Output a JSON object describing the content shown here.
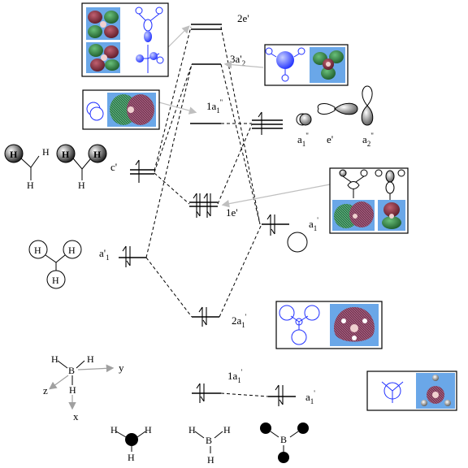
{
  "labels": {
    "orb_2e": "2e'",
    "orb_3a2": "3a'",
    "orb_3a2_sub": "2",
    "orb_1a1pp": "1a",
    "orb_1a1pp_sub": "1",
    "orb_1a1pp_sup": "''",
    "orb_1e": "1e'",
    "orb_2a1": "2a",
    "orb_2a1_sub": "1",
    "orb_2a1_sup": "'",
    "orb_1a1": "1a",
    "orb_1a1_sub": "1",
    "orb_1a1_sup": "'",
    "h3_e": "c'",
    "h3_a1": "a'",
    "h3_a1_sub": "1",
    "b_a1": "a",
    "b_a1_sub": "1",
    "b_a1_sup": "'",
    "b_core_a1": "a",
    "b_core_a1_sub": "1",
    "b_core_a1_sup": "'",
    "b_p_a1": "a",
    "b_p_a1_sub": "1",
    "b_p_a1_sup": "\"",
    "b_p_e": "e'",
    "b_p_a2": "a",
    "b_p_a2_sub": "2",
    "b_p_a2_sup": "\"",
    "atom_h": "H",
    "atom_b": "B",
    "axis_x": "x",
    "axis_y": "y",
    "axis_z": "z"
  },
  "colors": {
    "orbital_blue": "#2030ff",
    "render_bg": "#6aa7e8",
    "lobe_red": "#8a2a38",
    "lobe_green": "#2c8a3c",
    "pointer_gray": "#bfbfbf"
  }
}
